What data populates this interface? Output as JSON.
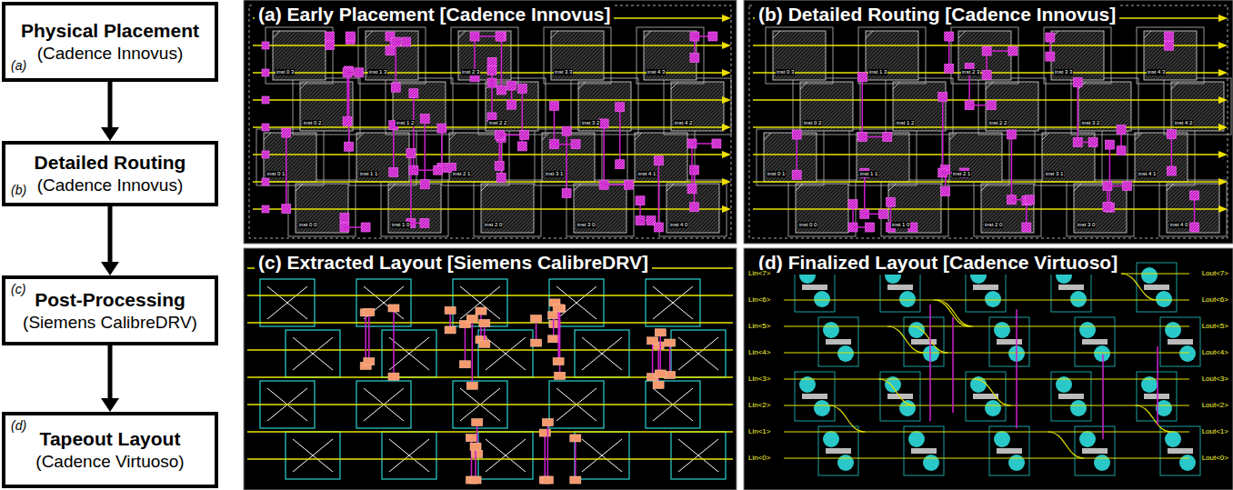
{
  "diagram": {
    "nodes": [
      {
        "text": [
          "Physical Placement",
          "(a)",
          "(Cadence Innovus)"
        ]
      },
      {
        "text": [
          "Detailed Routing",
          "(b)",
          "(Cadence Innovus)"
        ]
      },
      {
        "text": [
          "(c)",
          "Post-Processing",
          "(Siemens CalibreDRV)"
        ]
      },
      {
        "text": [
          "(d)",
          "Tapeout Layout",
          "(Cadence Virtuoso)"
        ]
      },
      {
        "text": [
          "(a) Early Placement [Cadence Innovus]"
        ]
      },
      {
        "text": [
          "(b) Detailed Routing [Cadence Innovus]"
        ]
      },
      {
        "text": [
          "(c) Extracted Layout [Siemens CalibreDRV]"
        ]
      },
      {
        "text": [
          "(d) Finalized Layout [Cadence Virtuoso]"
        ]
      }
    ],
    "edges": [
      {
        "from": 0,
        "to": 1,
        "arrow": "to"
      },
      {
        "from": 1,
        "to": 2,
        "arrow": "to"
      },
      {
        "from": 2,
        "to": 3,
        "arrow": "to"
      }
    ],
    "labels": [
      "inst 0 3",
      "inst 1 3",
      "inst 2 3",
      "inst 3 3",
      "inst 4 3",
      "inst 0 2",
      "inst 1 2",
      "inst 2 2",
      "inst 3 2",
      "inst 4 2",
      "inst 0 1",
      "inst 1 1",
      "inst 2 1",
      "inst 3 1",
      "inst 4 1",
      "inst 0 0",
      "inst 1 0",
      "inst 2 0",
      "inst 3 0",
      "inst 4 0",
      "inst 0 3",
      "inst 1 3",
      "inst 2 3",
      "inst 3 3",
      "inst 4 3",
      "inst 0 2",
      "inst 1 2",
      "inst 2 2",
      "inst 3 2",
      "inst 4 2",
      "inst 0 1",
      "inst 1 1",
      "inst 2 1",
      "inst 3 1",
      "inst 4 1",
      "inst 0 0",
      "inst 1 0",
      "inst 2 0",
      "inst 3 0",
      "inst 4 0",
      "Lin<7>",
      "Lin<6>",
      "Lin<5>",
      "Lin<4>",
      "Lin<3>",
      "Lin<2>",
      "Lin<1>",
      "Lin<0>",
      "Lout<7>",
      "Lout<6>",
      "Lout<5>",
      "Lout<4>",
      "Lout<3>",
      "Lout<2>",
      "Lout<1>",
      "Lout<0>"
    ]
  }
}
